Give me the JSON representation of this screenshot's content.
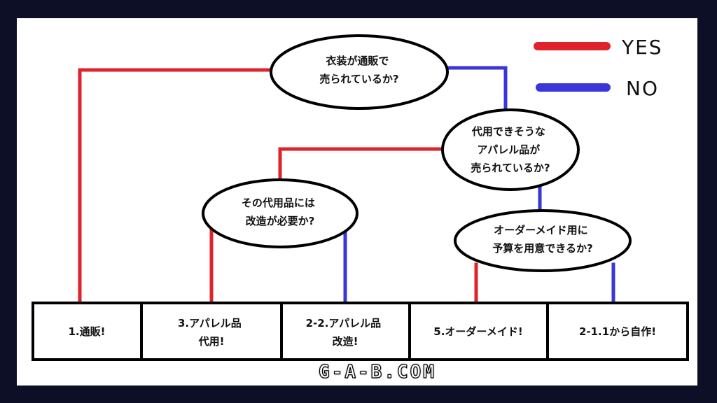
{
  "legend": {
    "yes_label": "YES",
    "no_label": "NO",
    "yes_color": "#e0232a",
    "no_color": "#3a36d9"
  },
  "questions": {
    "q1": [
      "衣装が通販で",
      "売られているか?"
    ],
    "q2": [
      "代用できそうな",
      "アパレル品が",
      "売られているか?"
    ],
    "q3": [
      "その代用品には",
      "改造が必要か?"
    ],
    "q4": [
      "オーダーメイド用に",
      "予算を用意できるか?"
    ]
  },
  "outcomes": [
    [
      "1.通販!"
    ],
    [
      "3.アパレル品",
      "代用!"
    ],
    [
      "2-2.アパレル品",
      "改造!"
    ],
    [
      "5.オーダーメイド!"
    ],
    [
      "2-1.1から自作!"
    ]
  ],
  "watermark": "G-A-B.COM"
}
